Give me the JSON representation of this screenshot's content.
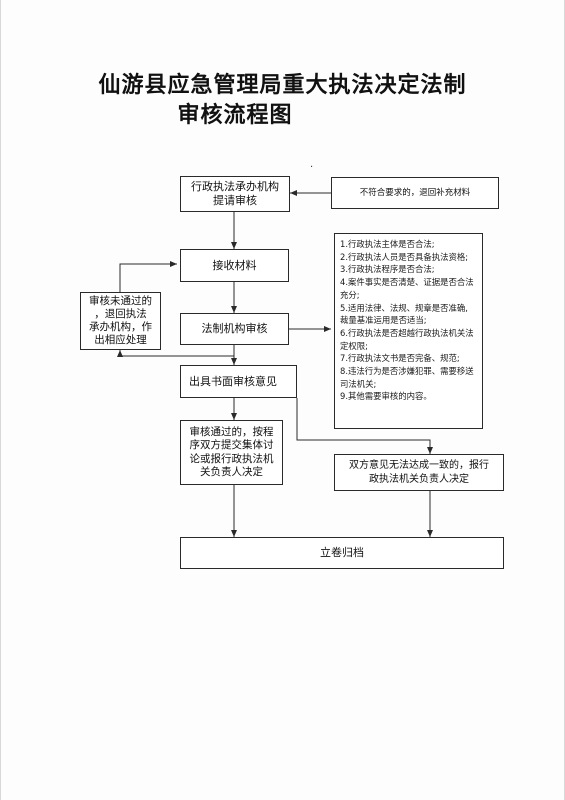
{
  "title": {
    "line1": "仙游县应急管理局重大执法决定法制",
    "line2": "审核流程图"
  },
  "boxes": {
    "submit": "行政执法承办机构\n提请审核",
    "return_materials": "不符合要求的，退回补充材料",
    "receive": "接收材料",
    "reject": "审核未通过的\n，退回执法\n承办机构，作\n出相应处理",
    "legal_review": "法制机构审核",
    "written_opinion": "出具书面审核意见",
    "approved": "审核通过的，按程\n序双方提交集体讨\n论或报行政执法机\n关负责人决定",
    "disagree": "双方意见无法达成一致的，报行\n政执法机关负责人决定",
    "archive": "立卷归档"
  },
  "checklist": [
    "1.行政执法主体是否合法;",
    "2.行政执法人员是否具备执法资格;",
    "3.行政执法程序是否合法;",
    "4.案件事实是否清楚、证据是否合法",
    "充分;",
    "5.适用法律、法规、规章是否准确,",
    "裁量基准运用是否适当;",
    "6.行政执法是否超越行政执法机关法",
    "定权限;",
    "7.行政执法文书是否完备、规范;",
    "8.违法行为是否涉嫌犯罪、需要移送",
    "司法机关;",
    "9.其他需要审核的内容。"
  ],
  "colors": {
    "line": "#2a2a2a",
    "paper": "#fdfdfd"
  }
}
